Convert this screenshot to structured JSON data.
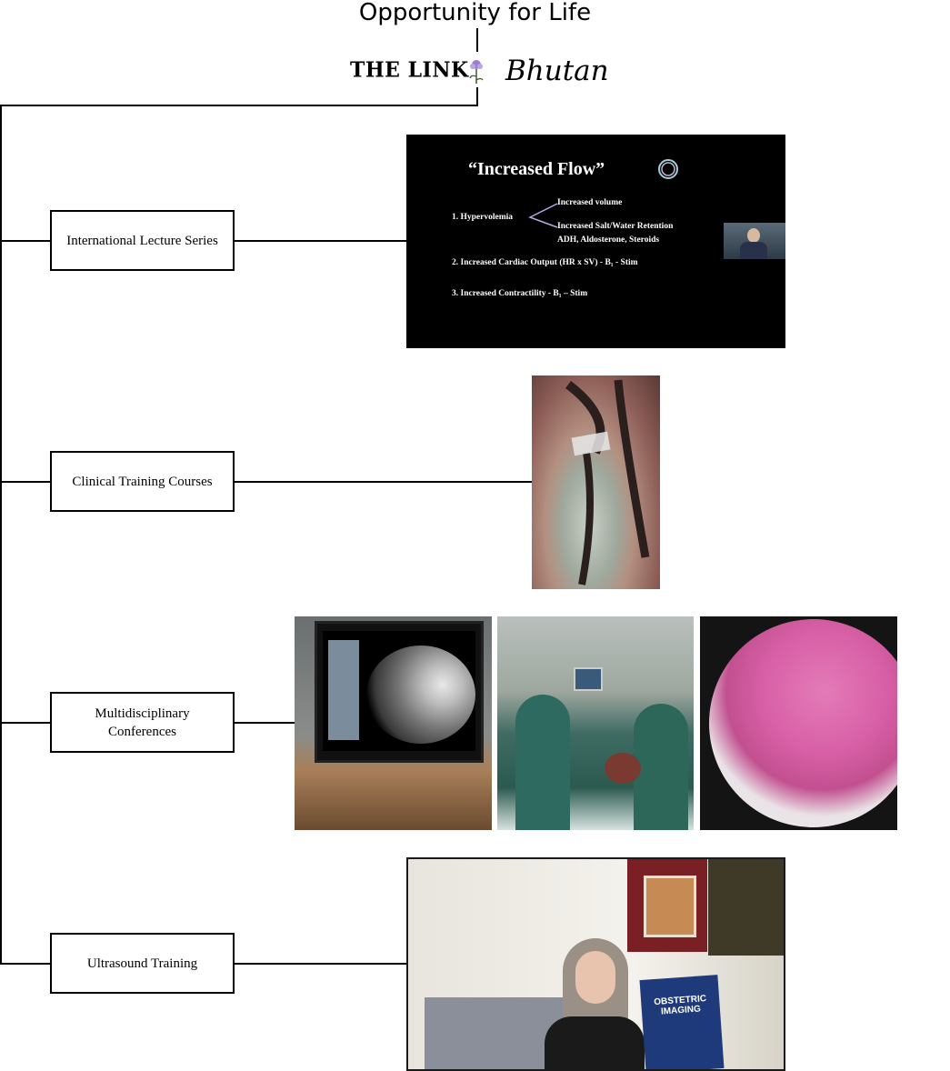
{
  "header": {
    "title": "Opportunity for Life",
    "logo_left": "THE LINK",
    "logo_right": "Bhutan"
  },
  "programs": [
    {
      "label": "International Lecture Series"
    },
    {
      "label": "Clinical Training Courses"
    },
    {
      "label": "Multidisciplinary Conferences"
    },
    {
      "label": "Ultrasound Training"
    }
  ],
  "lecture_slide": {
    "title": "“Increased Flow”",
    "item1": "1.  Hypervolemia",
    "branch_a": "Increased volume",
    "branch_b": "Increased Salt/Water Retention",
    "branch_b2": "ADH, Aldosterone, Steroids",
    "item2": "2.  Increased Cardiac Output (HR x SV) - B₁ - Stim",
    "item3": "3.  Increased Contractility - B₁ – Stim"
  },
  "book": {
    "title": "OBSTETRIC IMAGING"
  },
  "colors": {
    "line": "#000000",
    "slide_bg": "#000000",
    "flower": "#9a7fd1"
  }
}
